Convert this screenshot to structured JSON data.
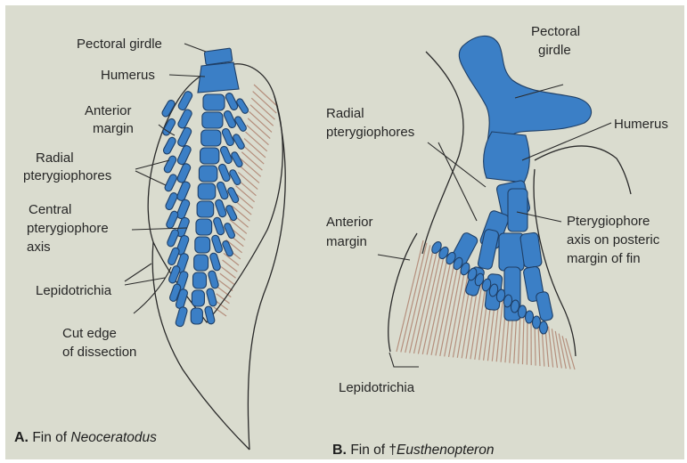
{
  "figure_a": {
    "labels": {
      "pectoral_girdle": "Pectoral girdle",
      "humerus": "Humerus",
      "anterior_margin_1": "Anterior",
      "anterior_margin_2": "margin",
      "radial_pterygiophores_1": "Radial",
      "radial_pterygiophores_2": "pterygiophores",
      "central_axis_1": "Central",
      "central_axis_2": "pterygiophore",
      "central_axis_3": "axis",
      "lepidotrichia": "Lepidotrichia",
      "cut_edge_1": "Cut edge",
      "cut_edge_2": "of dissection"
    },
    "caption_letter": "A.",
    "caption_text": "Fin of ",
    "caption_genus": "Neoceratodus"
  },
  "figure_b": {
    "labels": {
      "pectoral_girdle_1": "Pectoral",
      "pectoral_girdle_2": "girdle",
      "humerus": "Humerus",
      "radial_pterygiophores_1": "Radial",
      "radial_pterygiophores_2": "pterygiophores",
      "anterior_margin_1": "Anterior",
      "anterior_margin_2": "margin",
      "axis_1": "Pterygiophore",
      "axis_2": "axis on posteric",
      "axis_3": "margin of fin",
      "lepidotrichia": "Lepidotrichia"
    },
    "caption_letter": "B.",
    "caption_text": "Fin of †",
    "caption_genus": "Eusthenopteron"
  },
  "colors": {
    "bone": "#3b7fc6",
    "fin_rays": "#b58f7d",
    "background": "#dadccf"
  }
}
